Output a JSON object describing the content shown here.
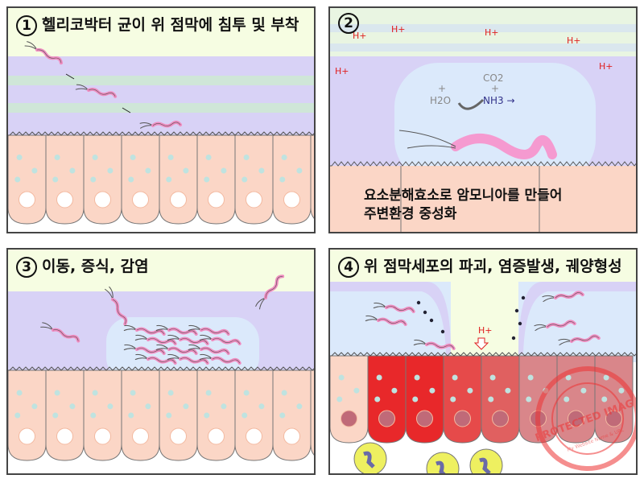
{
  "panels": [
    {
      "number": "1",
      "title": "헬리코박터 균이 위 점막에 침투 및 부착"
    },
    {
      "number": "2",
      "caption_line1": "요소분해효소로 암모니아를 만들어",
      "caption_line2": "주변환경 중성화",
      "chem": {
        "co2": "CO2",
        "h2o": "H2O",
        "nh3": "NH3 →",
        "plus": "+"
      },
      "proton": "H+"
    },
    {
      "number": "3",
      "title": "이동, 증식, 감염"
    },
    {
      "number": "4",
      "title": "위 점막세포의 파괴, 염증발생, 궤양형성",
      "proton": "H+"
    }
  ],
  "watermark": {
    "text": "PROTECTED IMAGE",
    "subtext": "My Website Name & URL"
  },
  "colors": {
    "mucus": "#d8d2f6",
    "cell": "#fbd6c6",
    "bubble": "#dbe9fb",
    "damaged": "#e8282a",
    "top": "#f6fde2",
    "bacteria": "#f08cc0",
    "proton": "#e02020"
  }
}
